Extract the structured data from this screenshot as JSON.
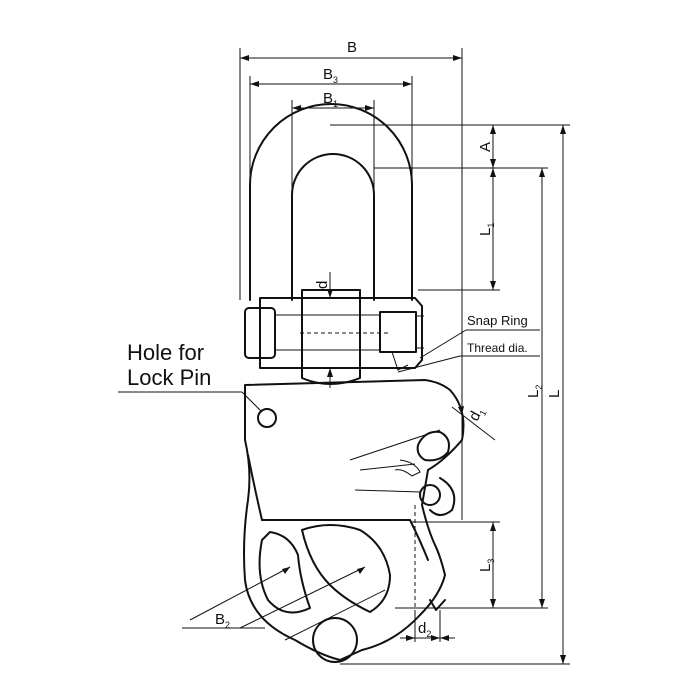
{
  "dimensions": {
    "B": {
      "main": "B",
      "sub": ""
    },
    "B3": {
      "main": "B",
      "sub": "3"
    },
    "B1": {
      "main": "B",
      "sub": "1"
    },
    "A": {
      "main": "A",
      "sub": ""
    },
    "L1": {
      "main": "L",
      "sub": "1"
    },
    "d": {
      "main": "d",
      "sub": ""
    },
    "L2": {
      "main": "L",
      "sub": "2"
    },
    "L": {
      "main": "L",
      "sub": ""
    },
    "d1": {
      "main": "d",
      "sub": "1"
    },
    "L3": {
      "main": "L",
      "sub": "3"
    },
    "B2": {
      "main": "B",
      "sub": "2"
    },
    "d2": {
      "main": "d",
      "sub": "2"
    }
  },
  "callouts": {
    "snap_ring": "Snap Ring",
    "thread_dia": "Thread dia.",
    "lock_pin_line1": "Hole for",
    "lock_pin_line2": "Lock Pin"
  }
}
